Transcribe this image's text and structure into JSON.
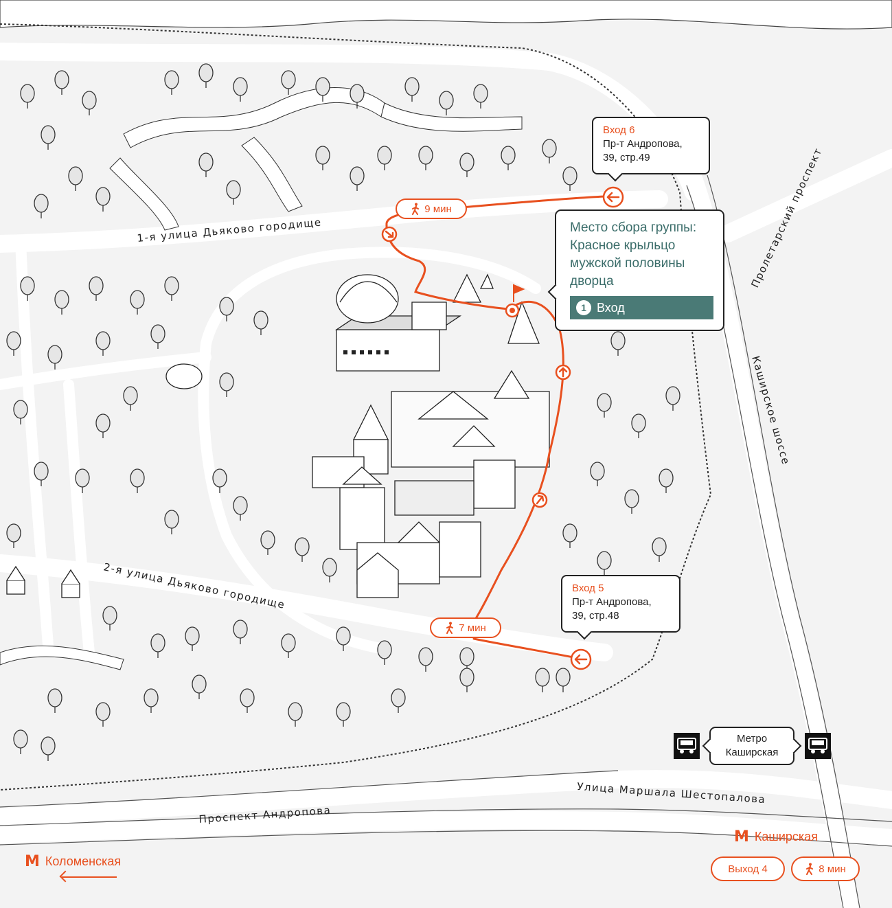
{
  "roads": {
    "dyakovo_1": "1-я улица Дьяково городище",
    "dyakovo_2": "2-я улица Дьяково городище",
    "proletarsky": "Пролетарский проспект",
    "kashirskoe": "Каширское шоссе",
    "shestopalova": "Улица Маршала Шестопалова",
    "andropova": "Проспект Андропова"
  },
  "entrance6": {
    "title": "Вход 6",
    "line1": "Пр-т Андропова,",
    "line2": "39, стр.49"
  },
  "entrance5": {
    "title": "Вход 5",
    "line1": "Пр-т Андропова,",
    "line2": "39, стр.48"
  },
  "meeting_point": {
    "line1": "Место сбора группы:",
    "line2": "Красное крыльцо",
    "line3": "мужской половины",
    "line4": "дворца",
    "entrance_number": "1",
    "entrance_label": "Вход"
  },
  "walk_times": {
    "from_entrance6": "9 мин",
    "from_entrance5": "7 мин",
    "from_metro": "8 мин"
  },
  "metro_stop": {
    "line1": "Метро",
    "line2": "Каширская"
  },
  "metro": {
    "kashirskaya": "Каширская",
    "kolomenskaya": "Коломенская",
    "exit": "Выход 4"
  },
  "colors": {
    "accent": "#e8501f",
    "teal": "#4a7a76",
    "ink": "#222222",
    "ground": "#f3f3f3"
  },
  "icons": [
    "tree-icon",
    "walk-icon",
    "bus-icon",
    "metro-icon",
    "flag-icon",
    "entrance-arrow-icon",
    "route-arrow-icon"
  ]
}
